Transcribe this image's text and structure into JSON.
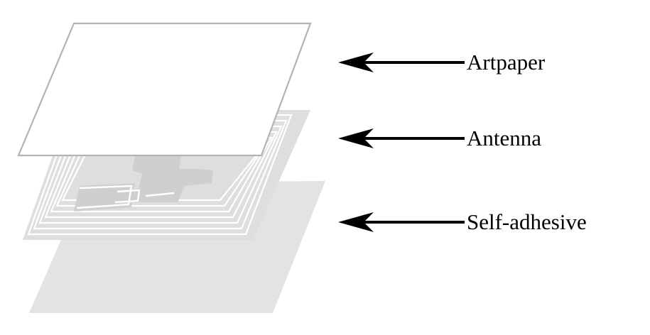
{
  "colors": {
    "background": "#ffffff",
    "adhesive_fill": "#e3e3e3",
    "antenna_fill": "#dedede",
    "coil_line": "#ffffff",
    "artpaper_fill": "#ffffff",
    "artpaper_stroke": "#b3b3b3",
    "arrow_color": "#000000",
    "label_color": "#000000"
  },
  "labels": {
    "artpaper": "Artpaper",
    "antenna": "Antenna",
    "adhesive": "Self-adhesive"
  }
}
